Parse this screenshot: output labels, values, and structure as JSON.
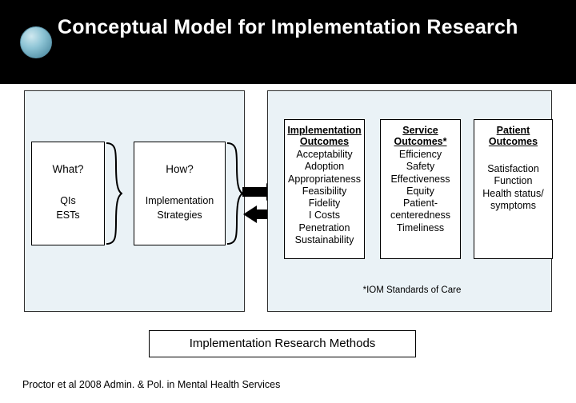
{
  "header": {
    "title": "Conceptual Model for Implementation Research",
    "logo_icon": "sphere-logo-icon"
  },
  "diagram": {
    "left_panel": {
      "boxes": [
        {
          "heading": "What?",
          "lines": [
            "QIs",
            "ESTs"
          ]
        },
        {
          "heading": "How?",
          "lines": [
            "Implementation",
            "Strategies"
          ]
        }
      ],
      "braces": [
        "brace-what",
        "brace-how"
      ],
      "arrows": [
        "arrow-right-icon",
        "arrow-left-icon"
      ]
    },
    "right_panel": {
      "boxes": [
        {
          "title_lines": [
            "Implementation",
            "Outcomes"
          ],
          "items": [
            "Acceptability",
            "Adoption",
            "Appropriateness",
            "Feasibility",
            "Fidelity",
            "I Costs",
            "Penetration",
            "Sustainability"
          ]
        },
        {
          "title_lines": [
            "Service",
            "Outcomes*"
          ],
          "items": [
            "Efficiency",
            "Safety",
            "Effectiveness",
            "Equity",
            "Patient-",
            "centeredness",
            "Timeliness"
          ]
        },
        {
          "title_lines": [
            "Patient",
            "Outcomes"
          ],
          "items": [
            "Satisfaction",
            "Function",
            "Health status/",
            "symptoms"
          ]
        }
      ],
      "footnote": "*IOM Standards of Care"
    },
    "methods_box": "Implementation Research Methods",
    "citation": "Proctor et al 2008 Admin. & Pol. in Mental Health Services"
  },
  "colors": {
    "title_bar": "#000000",
    "title_text": "#ffffff",
    "panel_fill": "#eaf2f6",
    "box_fill": "#ffffff",
    "stroke": "#000000"
  }
}
